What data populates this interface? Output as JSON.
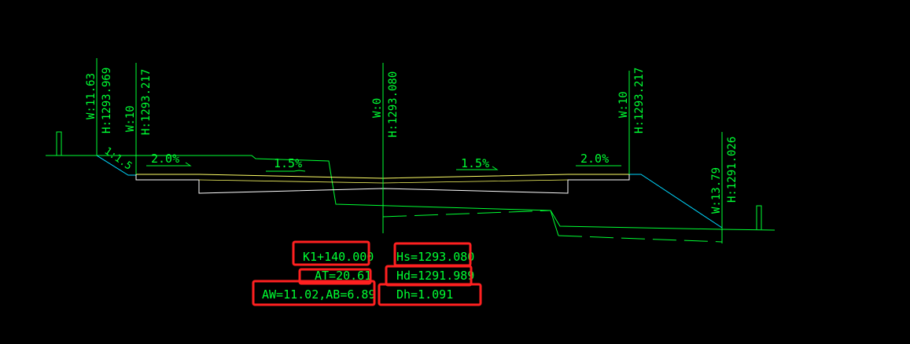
{
  "colors": {
    "background": "#000000",
    "ground": "#00ff33",
    "subgrade": "#ffffff",
    "pavement": "#ffff66",
    "slope": "#00d8ff",
    "highlight": "#ff2020",
    "text": "#00ff33"
  },
  "section": {
    "left_outer": {
      "width": "W:11.63",
      "elevation": "H:1293.969"
    },
    "left_edge": {
      "width": "W:10",
      "elevation": "H:1293.217"
    },
    "centerline": {
      "width": "W:0",
      "elevation": "H:1293.080"
    },
    "right_edge": {
      "width": "W:10",
      "elevation": "H:1293.217"
    },
    "right_outer": {
      "width": "W:13.79",
      "elevation": "H:1291.026"
    },
    "slope_ratio": "1:1.5",
    "grades": {
      "left_shoulder": "2.0%",
      "left_lane": "1.5%",
      "right_lane": "1.5%",
      "right_shoulder": "2.0%"
    }
  },
  "info": {
    "station": "K1+140.000",
    "area_total": "AT=20.61",
    "areas": "AW=11.02,AB=6.89",
    "design_elevation": "Hs=1293.080",
    "ground_elevation": "Hd=1291.989",
    "height_diff": "Dh=1.091"
  }
}
